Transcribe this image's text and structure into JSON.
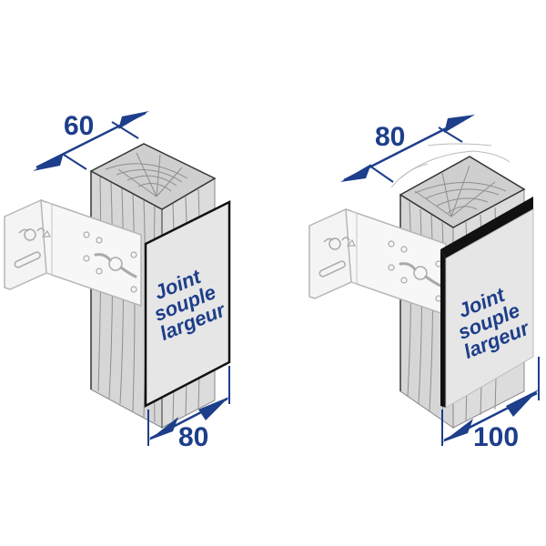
{
  "figures": [
    {
      "id": "left",
      "top_dimension": "60",
      "bottom_dimension": "80",
      "joint_label": [
        "Joint",
        "souple",
        "largeur"
      ]
    },
    {
      "id": "right",
      "top_dimension": "80",
      "bottom_dimension": "100",
      "joint_label": [
        "Joint",
        "souple",
        "largeur"
      ]
    }
  ],
  "colors": {
    "dimension_blue": "#1d3e8a",
    "wood_gray": "#d4d4d4",
    "wood_top": "#cfcfcf",
    "plate_face": "#e6e6e6",
    "plate_edge": "#111111",
    "bracket_stroke": "#b5b5b5"
  }
}
